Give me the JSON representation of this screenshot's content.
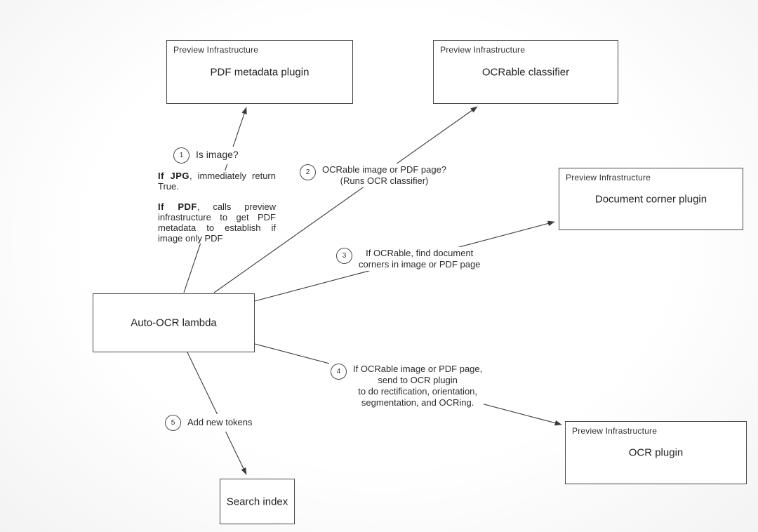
{
  "canvas": {
    "background": "#ffffff",
    "ink_color": "#3a3a3a"
  },
  "nodes": {
    "pdf_metadata": {
      "tag": "Preview Infrastructure",
      "label": "PDF metadata plugin"
    },
    "ocrable_classifier": {
      "tag": "Preview Infrastructure",
      "label": "OCRable classifier"
    },
    "document_corner": {
      "tag": "Preview Infrastructure",
      "label": "Document corner plugin"
    },
    "ocr_plugin": {
      "tag": "Preview Infrastructure",
      "label": "OCR plugin"
    },
    "lambda": {
      "label": "Auto-OCR lambda"
    },
    "search_index": {
      "label": "Search index"
    }
  },
  "annotations": {
    "step1": {
      "num": "1",
      "line1": "Is image?"
    },
    "step2": {
      "num": "2",
      "line1": "OCRable image or PDF page?",
      "line2": "(Runs OCR classifier)"
    },
    "step3": {
      "num": "3",
      "line1": "If OCRable, find document",
      "line2": "corners in image or PDF page"
    },
    "step4": {
      "num": "4",
      "line1": "If OCRable image or PDF page,",
      "line2": "send to OCR plugin",
      "line3": "to do rectification, orientation,",
      "line4": "segmentation, and OCRing."
    },
    "step5": {
      "num": "5",
      "line1": "Add new tokens"
    }
  },
  "note": {
    "p1_bold": "If JPG",
    "p1_rest": ", immediately return True.",
    "p2_bold": "If PDF",
    "p2_rest": ", calls preview infrastructure to get PDF metadata to establish if image only PDF"
  }
}
